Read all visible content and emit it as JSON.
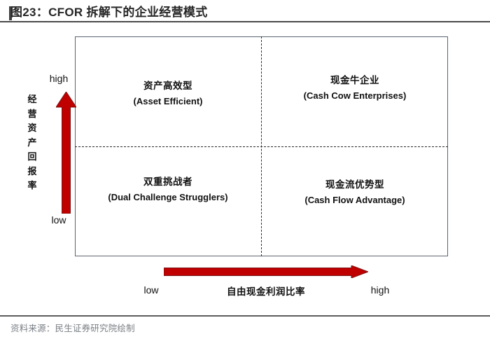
{
  "header": {
    "title": "图23：CFOR 拆解下的企业经营模式",
    "accent_color": "#3f3f3f",
    "rule_color": "#4a4a4a"
  },
  "chart_data": {
    "type": "diagram",
    "subtype": "2x2-matrix",
    "title": "图23：CFOR 拆解下的企业经营模式",
    "xlabel": "自由现金利润比率",
    "ylabel": "经营资产回报率",
    "x_ticks": [
      "low",
      "high"
    ],
    "y_ticks": [
      "low",
      "high"
    ],
    "grid": false,
    "legend": "none",
    "accent_color": "#C00000",
    "border_color": "#5a646e",
    "divider_style": "dashed",
    "quadrants": [
      {
        "position": "top-left",
        "x": "low",
        "y": "high",
        "cn": "资产高效型",
        "en": "(Asset Efficient)"
      },
      {
        "position": "top-right",
        "x": "high",
        "y": "high",
        "cn": "现金牛企业",
        "en": "(Cash Cow Enterprises)"
      },
      {
        "position": "bottom-left",
        "x": "low",
        "y": "low",
        "cn": "双重挑战者",
        "en": "(Dual Challenge Strugglers)"
      },
      {
        "position": "bottom-right",
        "x": "high",
        "y": "low",
        "cn": "现金流优势型",
        "en": "(Cash Flow Advantage)"
      }
    ]
  },
  "axes": {
    "y": {
      "title_chars": [
        "经",
        "营",
        "资",
        "产",
        "回",
        "报",
        "率"
      ],
      "high_label": "high",
      "low_label": "low"
    },
    "x": {
      "title": "自由现金利润比率",
      "low_label": "low",
      "high_label": "high"
    }
  },
  "footer": {
    "source": "资料来源：民生证券研究院绘制",
    "rule_color": "#5c5c5c"
  }
}
